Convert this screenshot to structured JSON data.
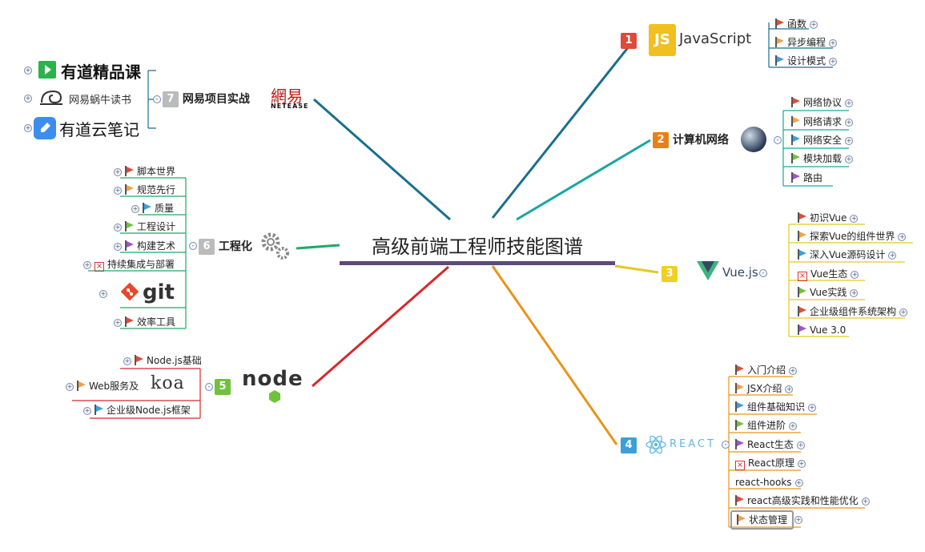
{
  "title": "高级前端工程师技能图谱",
  "colors": {
    "js": "#1a6f8c",
    "net": "#19a6a0",
    "vue": "#e8c820",
    "react": "#e8941a",
    "node": "#d8282a",
    "eng": "#22a868",
    "netease": "#1a6f8c",
    "flag_red": "#e34b3b",
    "flag_orange": "#f0a04a",
    "flag_blue": "#3aa0e0",
    "flag_green": "#6fc23a",
    "flag_purple": "#a050d0"
  },
  "branches": {
    "js": {
      "num": "1",
      "logo": "JavaScript",
      "items": [
        {
          "label": "函数",
          "flag": "red"
        },
        {
          "label": "异步编程",
          "flag": "orange"
        },
        {
          "label": "设计模式",
          "flag": "blue"
        }
      ]
    },
    "net": {
      "num": "2",
      "label": "计算机网络",
      "icon": "globe-icon",
      "items": [
        {
          "label": "网络协议",
          "flag": "red"
        },
        {
          "label": "网络请求",
          "flag": "orange"
        },
        {
          "label": "网络安全",
          "flag": "blue"
        },
        {
          "label": "模块加载",
          "flag": "green"
        },
        {
          "label": "路由",
          "flag": "purple"
        }
      ]
    },
    "vue": {
      "num": "3",
      "logo": "Vue.js",
      "items": [
        {
          "label": "初识Vue",
          "flag": "red"
        },
        {
          "label": "探索Vue的组件世界",
          "flag": "orange"
        },
        {
          "label": "深入Vue源码设计",
          "flag": "blue"
        },
        {
          "label": "Vue生态",
          "flag": "x"
        },
        {
          "label": "Vue实践",
          "flag": "green"
        },
        {
          "label": "企业级组件系统架构",
          "flag": "red"
        },
        {
          "label": "Vue 3.0",
          "flag": "purple"
        }
      ]
    },
    "react": {
      "num": "4",
      "logo": "REACT",
      "items": [
        {
          "label": "入门介绍",
          "flag": "red"
        },
        {
          "label": "JSX介绍",
          "flag": "orange"
        },
        {
          "label": "组件基础知识",
          "flag": "blue"
        },
        {
          "label": "组件进阶",
          "flag": "green"
        },
        {
          "label": "React生态",
          "flag": "purple"
        },
        {
          "label": "React原理",
          "flag": "x"
        },
        {
          "label": "react-hooks",
          "flag": "none"
        },
        {
          "label": "react高级实践和性能优化",
          "flag": "red"
        },
        {
          "label": "状态管理",
          "flag": "orange"
        }
      ]
    },
    "node": {
      "num": "5",
      "logo": "node",
      "items": [
        {
          "label": "Node.js基础",
          "flag": "red"
        },
        {
          "label": "Web服务及",
          "flag": "orange",
          "logo": "koa"
        },
        {
          "label": "企业级Node.js框架",
          "flag": "blue"
        }
      ]
    },
    "eng": {
      "num": "6",
      "label": "工程化",
      "items": [
        {
          "label": "脚本世界",
          "flag": "red"
        },
        {
          "label": "规范先行",
          "flag": "orange"
        },
        {
          "label": "质量",
          "flag": "blue"
        },
        {
          "label": "工程设计",
          "flag": "green"
        },
        {
          "label": "构建艺术",
          "flag": "purple"
        },
        {
          "label": "持续集成与部署",
          "flag": "x"
        },
        {
          "label": "git",
          "flag": "none"
        },
        {
          "label": "效率工具",
          "flag": "red"
        }
      ]
    },
    "netease": {
      "num": "7",
      "label": "网易项目实战",
      "logo_cn": "網易",
      "logo_en": "NETEASE",
      "items": [
        {
          "label": "有道精品课"
        },
        {
          "label": "网易蜗牛读书"
        },
        {
          "label": "有道云笔记"
        }
      ]
    }
  }
}
